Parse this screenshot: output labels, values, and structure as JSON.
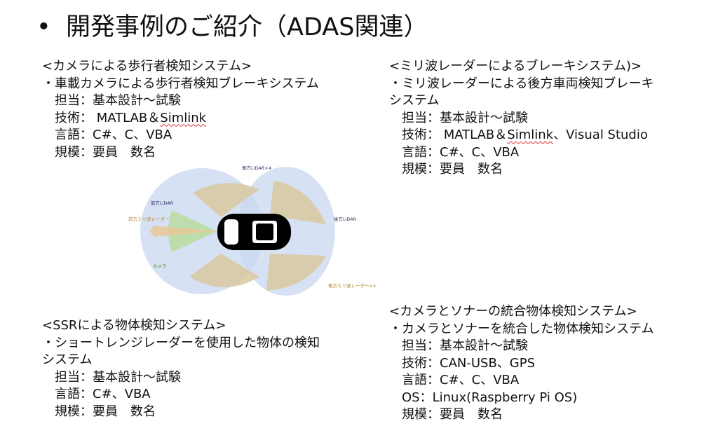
{
  "title": {
    "bullet": "•",
    "text": "開発事例のご紹介（ADAS関連）"
  },
  "sections": [
    {
      "heading": "<カメラによる歩行者検知システム>",
      "summary": "・車載カメラによる歩行者検知ブレーキシステム",
      "rows": {
        "tantou": "担当：基本設計～試験",
        "gijutsu_prefix": "技術： MATLAB＆",
        "gijutsu_wavy": "Simlink",
        "gengo": "言語：C#、C、VBA",
        "kibo": "規模：要員　数名"
      }
    },
    {
      "heading": "<ミリ波レーダーによるブレーキシステム)>",
      "summary": "・ミリ波レーダーによる後方車両検知ブレーキ",
      "summary2": "システム",
      "rows": {
        "tantou": "担当：基本設計～試験",
        "gijutsu_prefix": "技術： MATLAB＆",
        "gijutsu_wavy": "Simlink",
        "gijutsu_suffix": "、Visual Studio",
        "gengo": "言語：C#、C、VBA",
        "kibo": "規模：要員　数名"
      }
    },
    {
      "heading": "<SSRによる物体検知システム>",
      "summary": "・ショートレンジレーダーを使用した物体の検知",
      "summary2": "システム",
      "rows": {
        "tantou": "担当：基本設計～試験",
        "gengo": "言語：C#、VBA",
        "kibo": "規模：要員　数名"
      }
    },
    {
      "heading": "<カメラとソナーの統合物体検知システム>",
      "summary": "・カメラとソナーを統合した物体検知システム",
      "rows": {
        "tantou": "担当：基本設計～試験",
        "gijutsu": "技術：CAN-USB、GPS",
        "gengo": "言語：C#、C、VBA",
        "os": "OS：Linux(Raspberry Pi OS)",
        "kibo": "規模：要員　数名"
      }
    }
  ],
  "diagram": {
    "labels": {
      "side_lidar": "側方LiDAR×4",
      "front_lidar": "前方LiDAR",
      "front_radar": "前方ミリ波レーダー",
      "camera": "カメラ",
      "rear_lidar": "後方LiDAR",
      "side_radar": "側方ミリ波レーダー×4"
    },
    "colors": {
      "lidar": "#b8c8e8",
      "radar": "#d8c8a0",
      "camera": "#b8dca0",
      "car": "#000000"
    }
  }
}
